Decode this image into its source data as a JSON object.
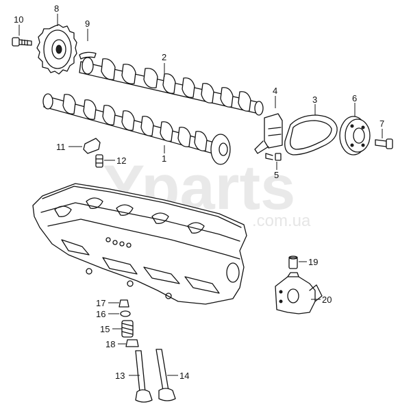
{
  "watermark": {
    "brand": "Yparts",
    "domain": ".com.ua"
  },
  "callouts": {
    "c1": "1",
    "c2": "2",
    "c3": "3",
    "c4": "4",
    "c5": "5",
    "c6": "6",
    "c7": "7",
    "c8": "8",
    "c9": "9",
    "c10": "10",
    "c11": "11",
    "c12": "12",
    "c13": "13",
    "c14": "14",
    "c15": "15",
    "c16": "16",
    "c17": "17",
    "c18": "18",
    "c19": "19",
    "c20": "20"
  }
}
